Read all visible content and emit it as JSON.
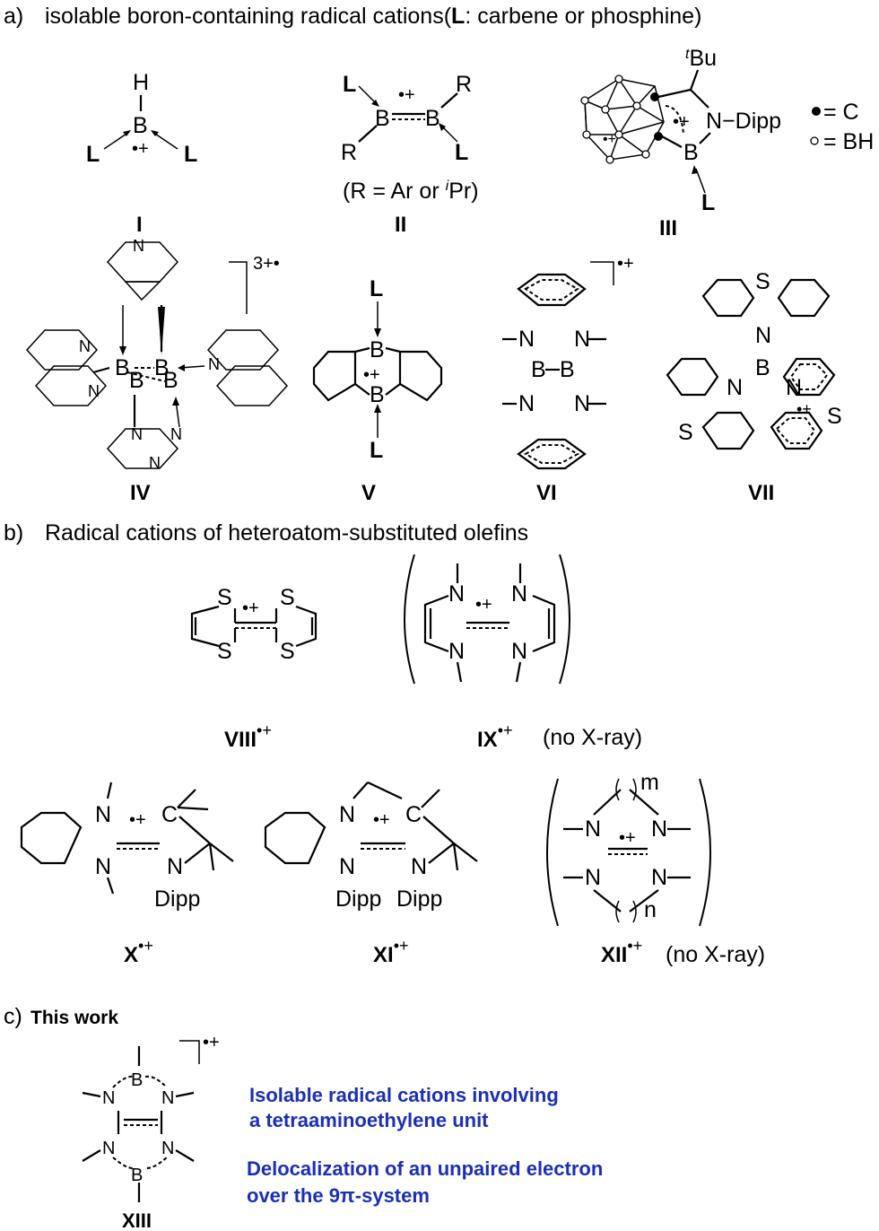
{
  "sections": {
    "a": {
      "letter": "a)",
      "title": "isolable boron-containing radical cations",
      "note_open": "(",
      "note_L": "L",
      "note_rest": ": carbene or phosphine)"
    },
    "b": {
      "letter": "b)",
      "title": "Radical cations of heteroatom-substituted olefins"
    },
    "c": {
      "letter": "c)",
      "title": "This work"
    }
  },
  "compounds": {
    "I": "I",
    "II": "II",
    "III": "III",
    "IV": "IV",
    "V": "V",
    "VI": "VI",
    "VII": "VII",
    "VIII": "VIII",
    "IX": "IX",
    "X": "X",
    "XI": "XI",
    "XII": "XII",
    "XIII": "XIII"
  },
  "charges": {
    "rad": "•+",
    "three": "3+•"
  },
  "atoms": {
    "H": "H",
    "B": "B",
    "L": "L",
    "R": "R",
    "N": "N",
    "S": "S",
    "C": "C",
    "Dipp": "Dipp",
    "m": "m",
    "n": "n",
    "tBu_t": "t",
    "tBu_Bu": "Bu",
    "NDipp": "N−Dipp"
  },
  "notes": {
    "II_sub": "(R = Ar or ",
    "II_i": "i",
    "II_end": "Pr)",
    "legend_C": "= C",
    "legend_BH": "= BH",
    "no_xray": "(no X-ray)"
  },
  "highlights": {
    "line1": "Isolable radical cations involving",
    "line2": "a tetraaminoethylene unit",
    "line3": "Delocalization of an unpaired electron",
    "line4": "over the 9π-system"
  }
}
